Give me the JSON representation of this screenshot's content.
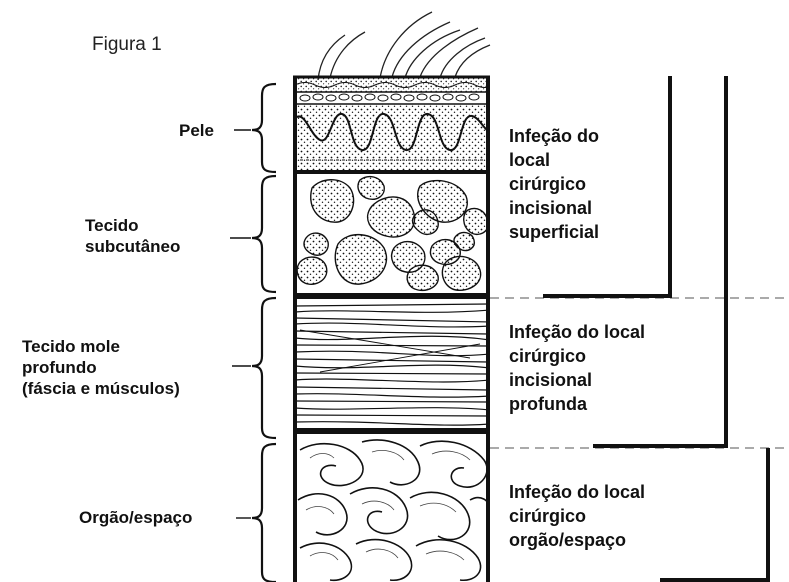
{
  "figure_label": "Figura 1",
  "layers": {
    "pele": [
      "Pele"
    ],
    "subcutaneo": [
      "Tecido",
      "subcutâneo"
    ],
    "mole": [
      "Tecido mole",
      "profundo",
      "(fáscia e músculos)"
    ],
    "orgao": [
      "Orgão/espaço"
    ]
  },
  "infections": {
    "superficial": [
      "Infeção do",
      "local",
      "cirúrgico",
      "incisional",
      "superficial"
    ],
    "profunda": [
      "Infeção do local",
      "cirúrgico",
      "incisional",
      "profunda"
    ],
    "orgao": [
      "Infeção do local",
      "cirúrgico",
      "orgão/espaço"
    ]
  },
  "colors": {
    "ink": "#111111",
    "dash": "#777777",
    "fill": "#ffffff"
  }
}
